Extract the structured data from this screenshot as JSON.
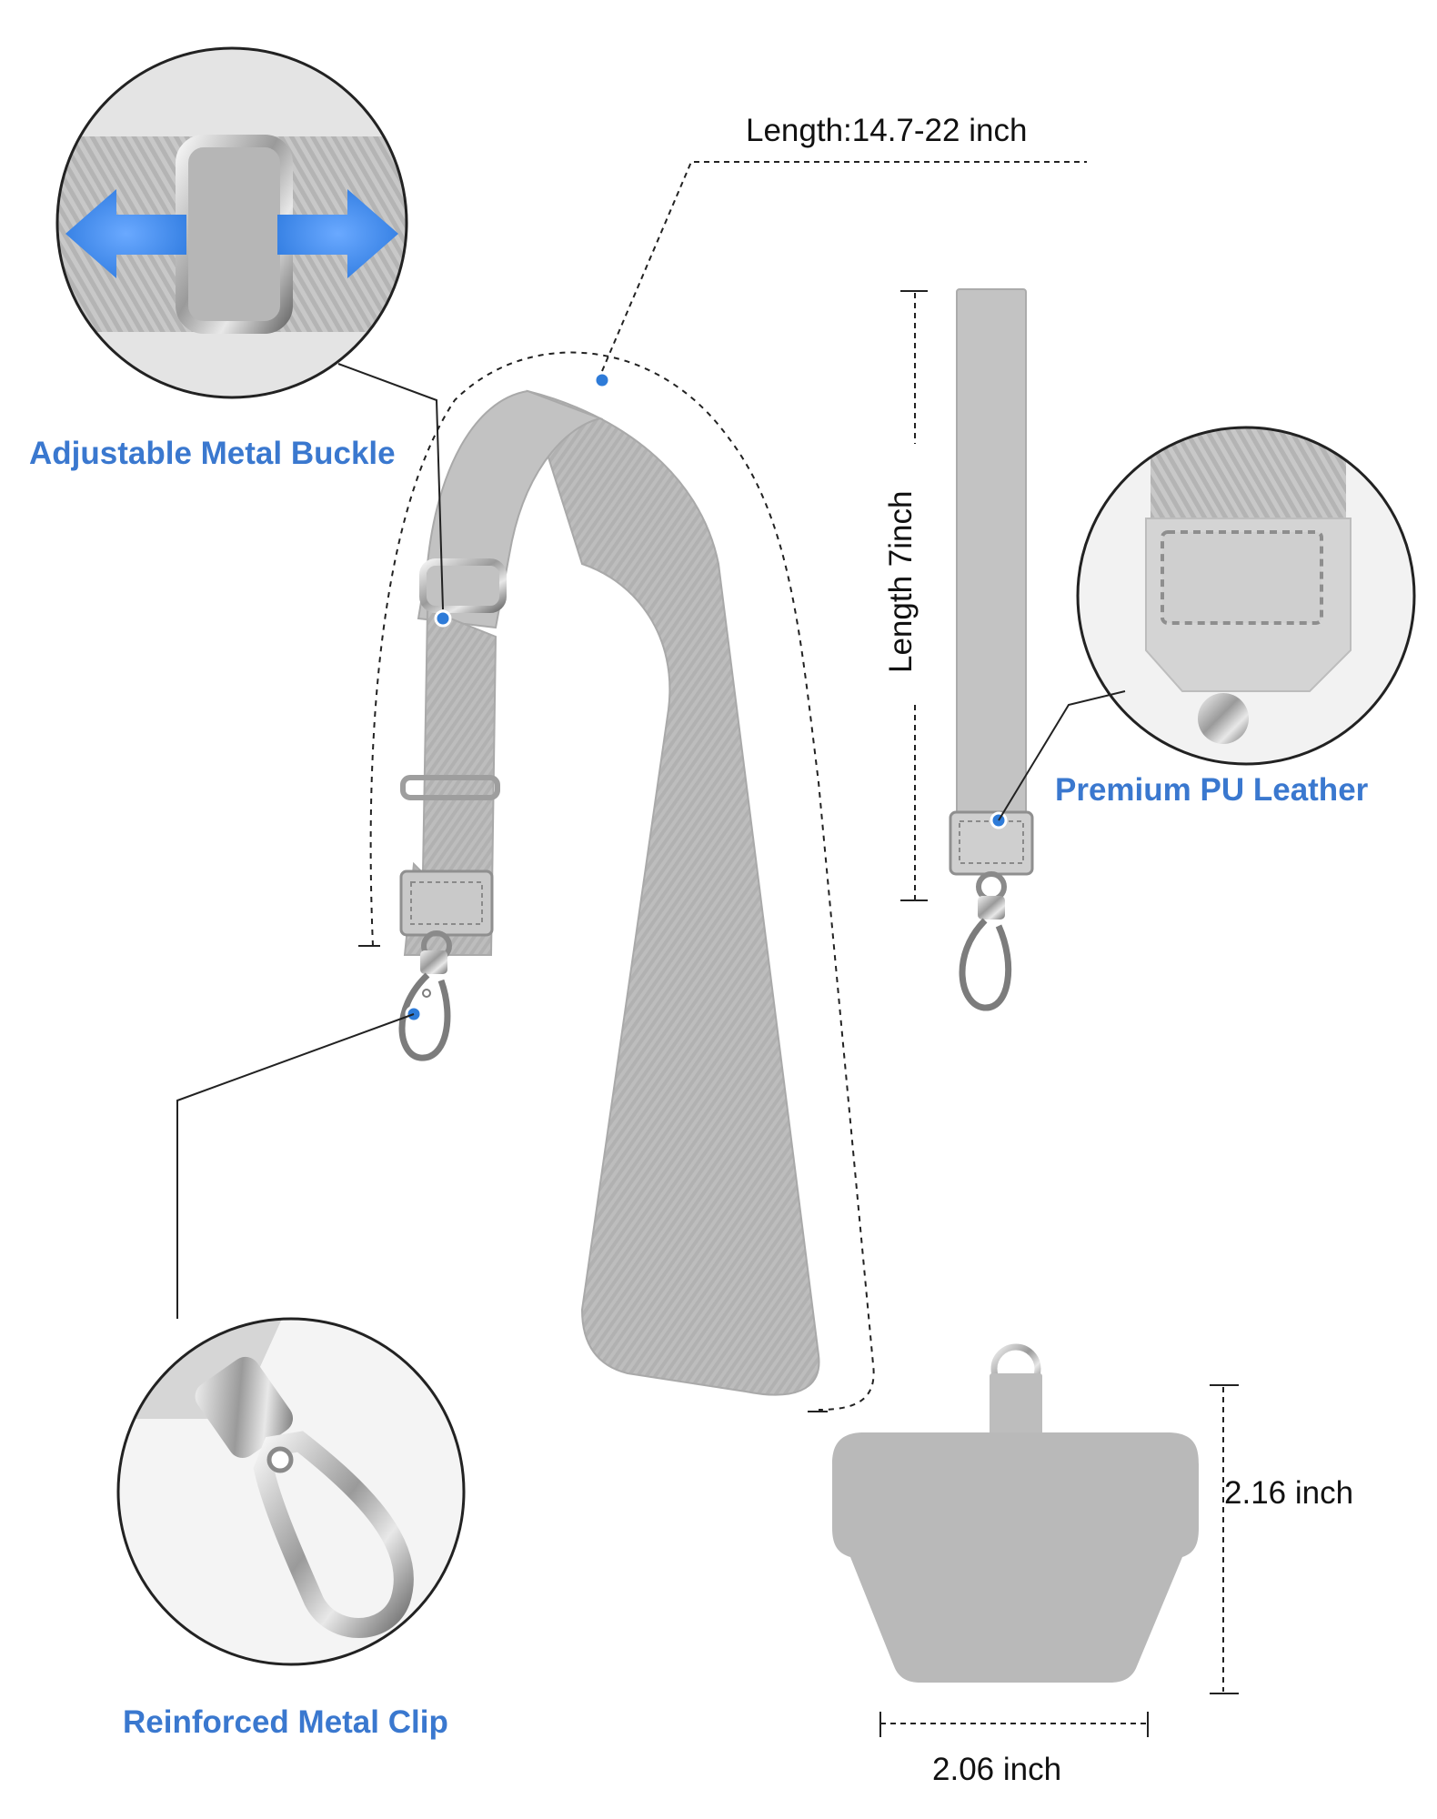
{
  "labels": {
    "length_long": "Length:14.7-22 inch",
    "length_short": "Length 7inch",
    "width_patch": "2.06 inch",
    "height_patch": "2.16 inch",
    "buckle": "Adjustable Metal Buckle",
    "leather": "Premium PU Leather",
    "clip": "Reinforced Metal Clip"
  },
  "colors": {
    "accent_blue": "#3a78cf",
    "strap_gray": "#b9b9b9",
    "dot_blue": "#2e7bd8"
  },
  "icons": [
    "double-arrow-icon",
    "metal-buckle-icon",
    "snap-hook-icon",
    "d-ring-icon"
  ]
}
